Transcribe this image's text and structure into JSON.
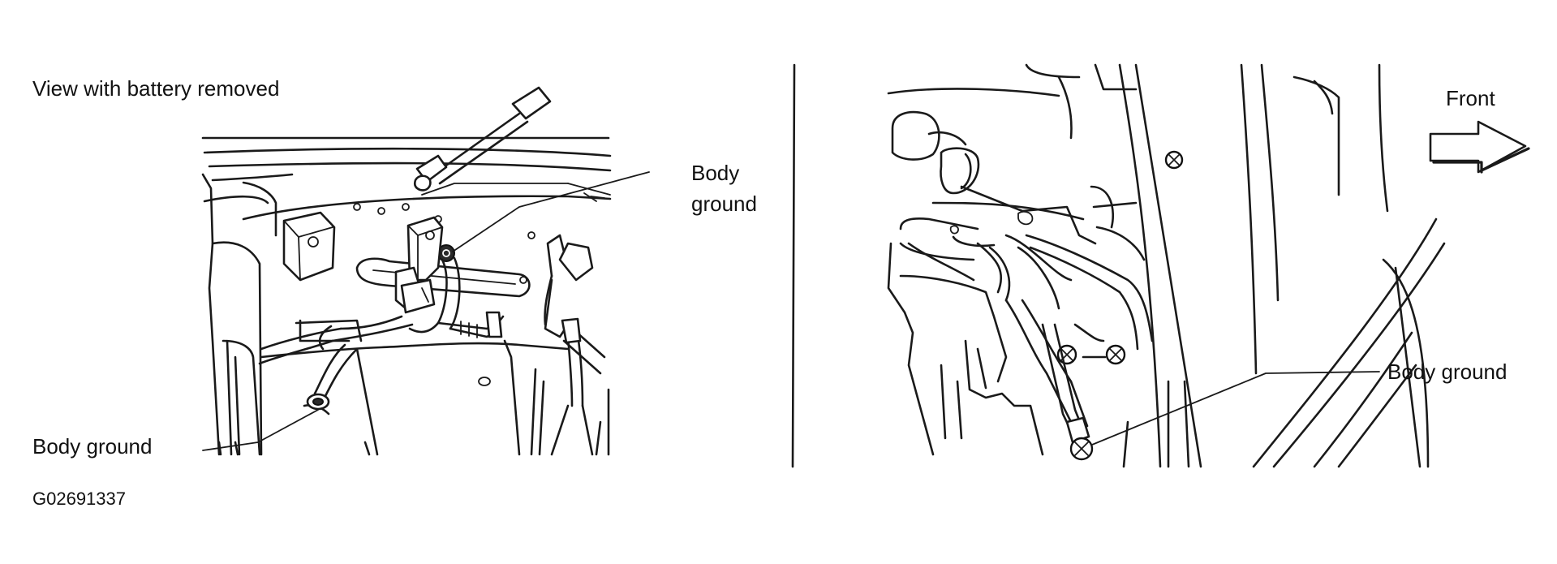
{
  "left_panel": {
    "caption": "View with battery removed",
    "callout_upper": [
      "Body",
      "ground"
    ],
    "callout_lower": "Body ground"
  },
  "right_panel": {
    "direction_label": "Front",
    "callout": "Body ground"
  },
  "figure_code": "G02691337",
  "colors": {
    "ink": "#1a1a1a",
    "background": "#ffffff"
  },
  "icons": [
    "right-arrow-icon",
    "bolt-icon"
  ]
}
